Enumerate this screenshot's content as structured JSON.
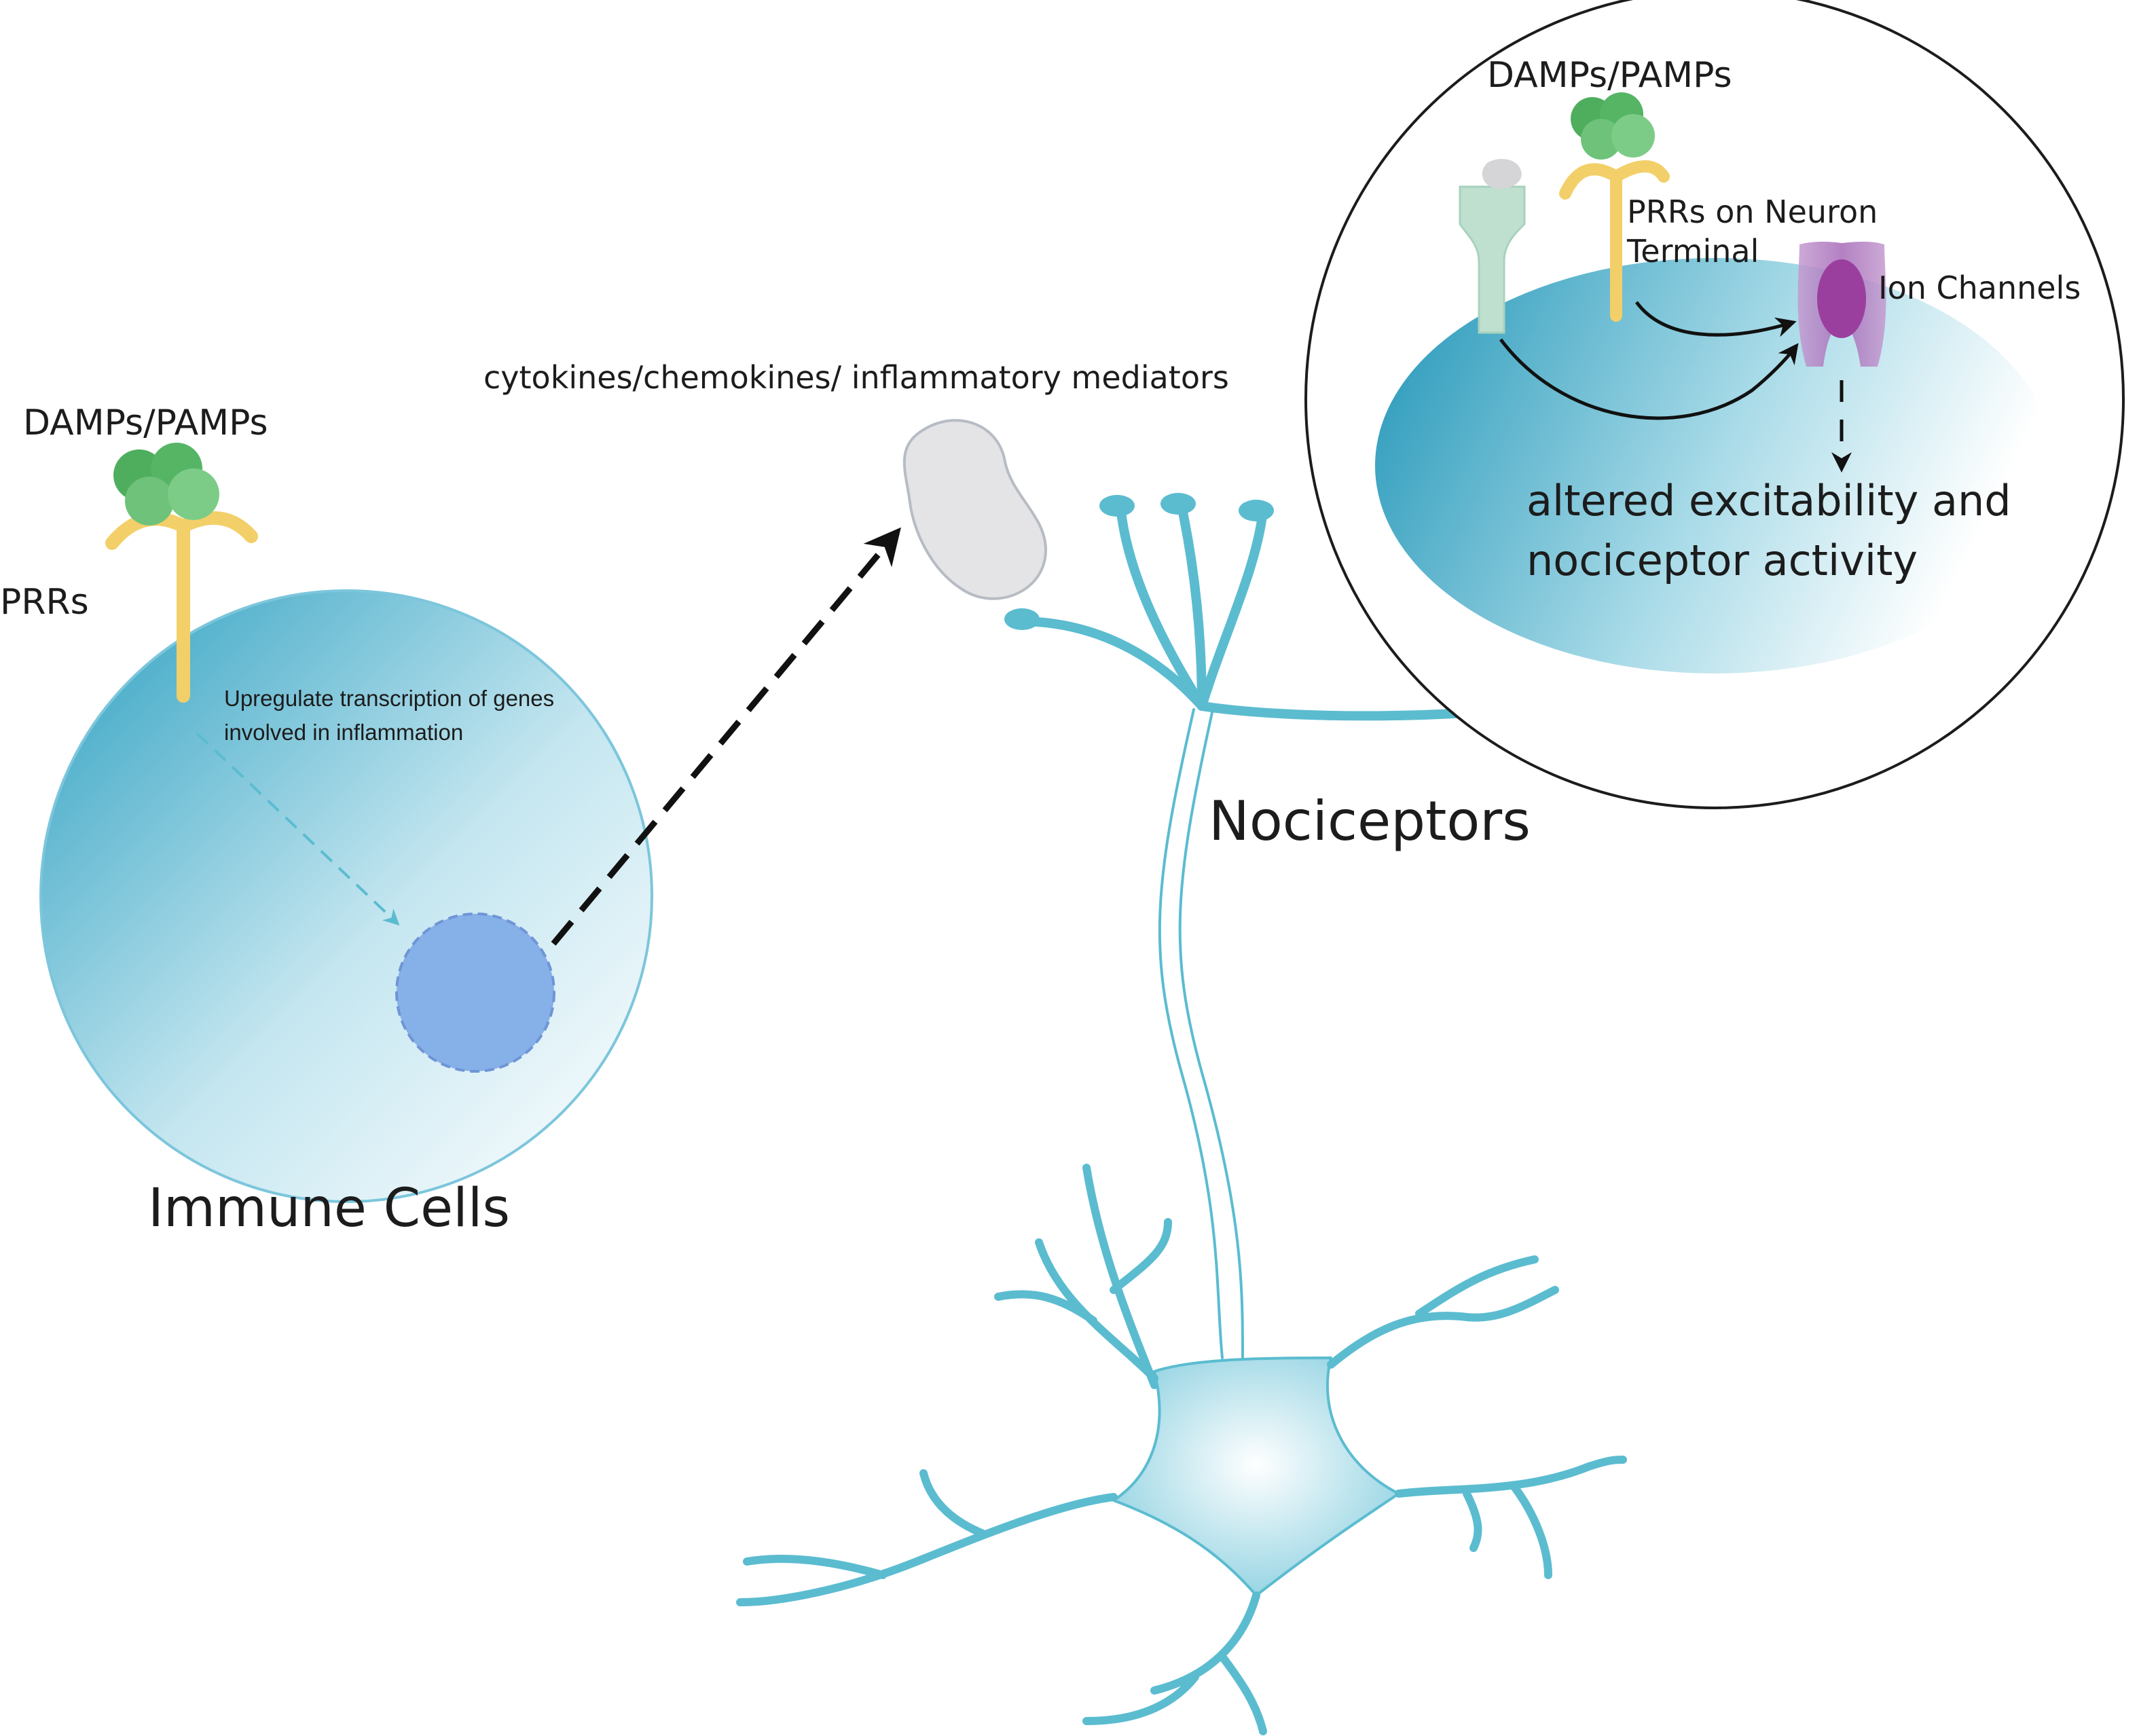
{
  "labels": {
    "immune_damps": "DAMPs/PAMPs",
    "immune_prrs": "PRRs",
    "upregulate": "Upregulate transcription of genes involved in inflammation",
    "mediators": "cytokines/chemokines/ inflammatory mediators",
    "immune_cells": "Immune Cells",
    "nociceptors": "Nociceptors",
    "inset_damps": "DAMPs/PAMPs",
    "prrs_neuron": "PRRs on Neuron Terminal",
    "ion_channels": "Ion Channels",
    "altered": "altered excitability and nociceptor activity"
  },
  "colors": {
    "neuron": "#5bbcd0",
    "prr": "#f2cf68",
    "ligand": "#6ec27a",
    "nucleus": "#86b0e8",
    "ion_channel": "#9a3f9e",
    "receptor": "#bfe0cf",
    "mediator": "#e4e4e6",
    "arrow": "#111111"
  }
}
